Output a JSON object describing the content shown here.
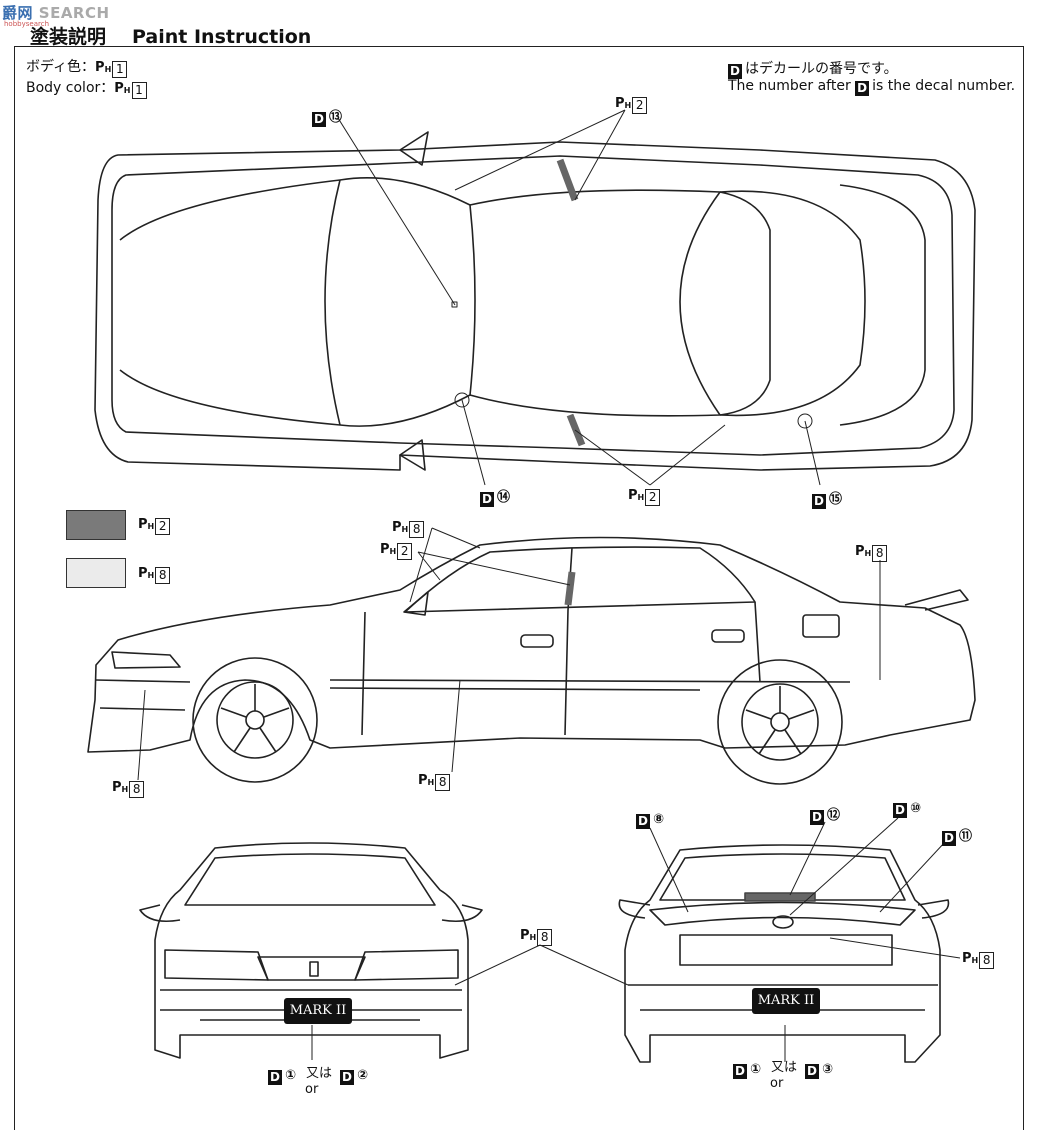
{
  "watermark": {
    "part1": "爵",
    "part2": "网",
    "part3": "SEARCH",
    "sub": "hobbysearch"
  },
  "header": {
    "title_jp": "塗装説明",
    "title_en": "Paint Instruction"
  },
  "body_color": {
    "jp_label": "ボディ色：",
    "en_label": "Body color：",
    "code_prefix": "P",
    "code_sub": "H",
    "code_num": "1"
  },
  "decal_note": {
    "jp": "はデカールの番号です。",
    "en_before": "The number after",
    "en_after": "is the decal number.",
    "marker": "D"
  },
  "legend": [
    {
      "color": "#7a7a7a",
      "prefix": "P",
      "sub": "H",
      "num": "2"
    },
    {
      "color": "#ebebeb",
      "prefix": "P",
      "sub": "H",
      "num": "8"
    }
  ],
  "top_view": {
    "d13": {
      "marker": "D",
      "num": "⑬"
    },
    "d14": {
      "marker": "D",
      "num": "⑭"
    },
    "d15": {
      "marker": "D",
      "num": "⑮"
    },
    "ph2_top": {
      "prefix": "P",
      "sub": "H",
      "num": "2"
    },
    "ph2_bottom": {
      "prefix": "P",
      "sub": "H",
      "num": "2"
    }
  },
  "side_view": {
    "ph8_roof": {
      "prefix": "P",
      "sub": "H",
      "num": "8"
    },
    "ph2_pillar": {
      "prefix": "P",
      "sub": "H",
      "num": "2"
    },
    "ph8_rear": {
      "prefix": "P",
      "sub": "H",
      "num": "8"
    },
    "ph8_front": {
      "prefix": "P",
      "sub": "H",
      "num": "8"
    },
    "ph8_side": {
      "prefix": "P",
      "sub": "H",
      "num": "8"
    }
  },
  "front_view": {
    "plate": "MARK II",
    "d1": {
      "marker": "D",
      "num": "①"
    },
    "or_jp": "又は",
    "or_en": "or",
    "d2": {
      "marker": "D",
      "num": "②"
    }
  },
  "rear_view": {
    "plate": "MARK II",
    "d8": {
      "marker": "D",
      "num": "⑧"
    },
    "d12": {
      "marker": "D",
      "num": "⑫"
    },
    "d10": {
      "marker": "D",
      "num": "⑩"
    },
    "d11": {
      "marker": "D",
      "num": "⑪"
    },
    "ph8_center": {
      "prefix": "P",
      "sub": "H",
      "num": "8"
    },
    "ph8_right": {
      "prefix": "P",
      "sub": "H",
      "num": "8"
    },
    "d1": {
      "marker": "D",
      "num": "①"
    },
    "or_jp": "又は",
    "or_en": "or",
    "d3": {
      "marker": "D",
      "num": "③"
    }
  }
}
